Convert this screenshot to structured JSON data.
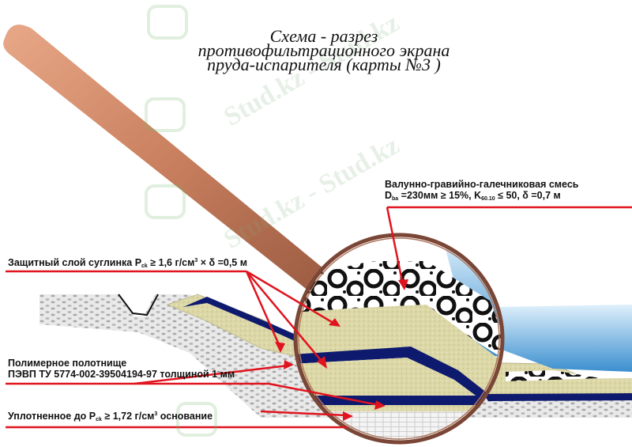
{
  "title": {
    "line1": "Схема - разрез",
    "line2": "противофильтрационного экрана",
    "line3": "пруда-испарителя (карты №3 )"
  },
  "labels": {
    "gravel": {
      "line1": "Валунно-гравийно-галечниковая смесь",
      "line2_a": "D",
      "line2_sub1": "ba",
      "line2_b": " =230мм ≥ 15%, K",
      "line2_sub2": "60.10",
      "line2_c": " ≤ 50, δ =0,7 м"
    },
    "protective": {
      "a": "Защитный слой суглинка P",
      "sub": "ck",
      "b": " ≥ 1,6 г/см",
      "sup": "3",
      "c": " × δ =0,5 м"
    },
    "membrane": {
      "line1": "Полимерное полотнище",
      "line2": "ПЭВП ТУ 5774-002-39504194-97 толщиной 1 мм"
    },
    "base": {
      "a": "Уплотненное до P",
      "sub": "ck",
      "b": " ≥ 1,72 г/см",
      "sup": "3",
      "c": " основание"
    }
  },
  "watermark": "Stud.kz - Stud.kz",
  "colors": {
    "pointer": "#e0141e",
    "membrane": "#0d1a6e",
    "loam": "#dcd7a6",
    "water": "#5aa8d8",
    "magnifier_rim": "#7a4636",
    "stick": "#c9805f"
  }
}
